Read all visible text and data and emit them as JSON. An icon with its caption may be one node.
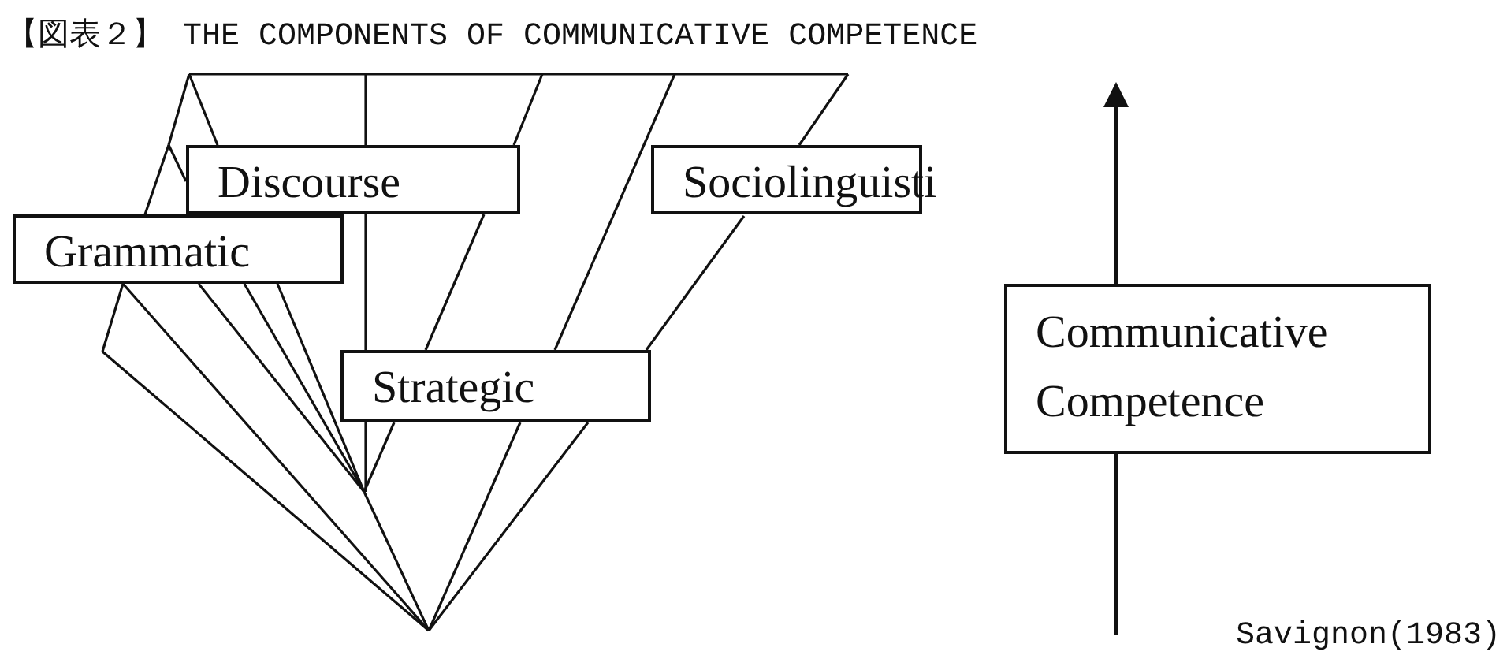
{
  "diagram": {
    "title": "【図表２】 THE COMPONENTS OF COMMUNICATIVE COMPETENCE",
    "nodes": [
      {
        "text": [
          "Discourse"
        ]
      },
      {
        "text": [
          "Sociolinguisti"
        ]
      },
      {
        "text": [
          "Grammatic"
        ]
      },
      {
        "text": [
          "Strategic"
        ]
      },
      {
        "text": [
          "Communicative Competence"
        ]
      }
    ],
    "edges": [
      {
        "from": null,
        "to": 4,
        "arrow": "none"
      },
      {
        "from": 4,
        "to": null,
        "arrow": "to"
      }
    ],
    "labels": [
      "Savignon(1983)"
    ]
  }
}
